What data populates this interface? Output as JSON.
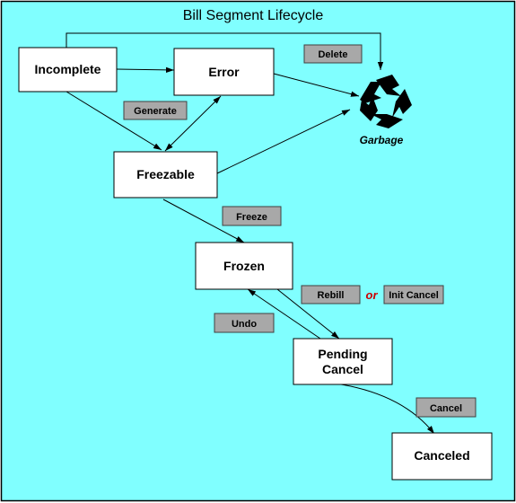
{
  "diagram": {
    "title": "Bill Segment Lifecycle",
    "colors": {
      "background": "#80ffff",
      "button": "#a8a8a8",
      "accent_or": "#cc0000"
    },
    "states": {
      "incomplete": "Incomplete",
      "error": "Error",
      "freezable": "Freezable",
      "frozen": "Frozen",
      "pending_cancel_line1": "Pending",
      "pending_cancel_line2": "Cancel",
      "canceled": "Canceled"
    },
    "actions": {
      "delete": "Delete",
      "generate": "Generate",
      "freeze": "Freeze",
      "rebill": "Rebill",
      "or": "or",
      "init_cancel": "Init Cancel",
      "undo": "Undo",
      "cancel": "Cancel"
    },
    "garbage": {
      "label": "Garbage",
      "icon": "recycle-icon"
    }
  }
}
